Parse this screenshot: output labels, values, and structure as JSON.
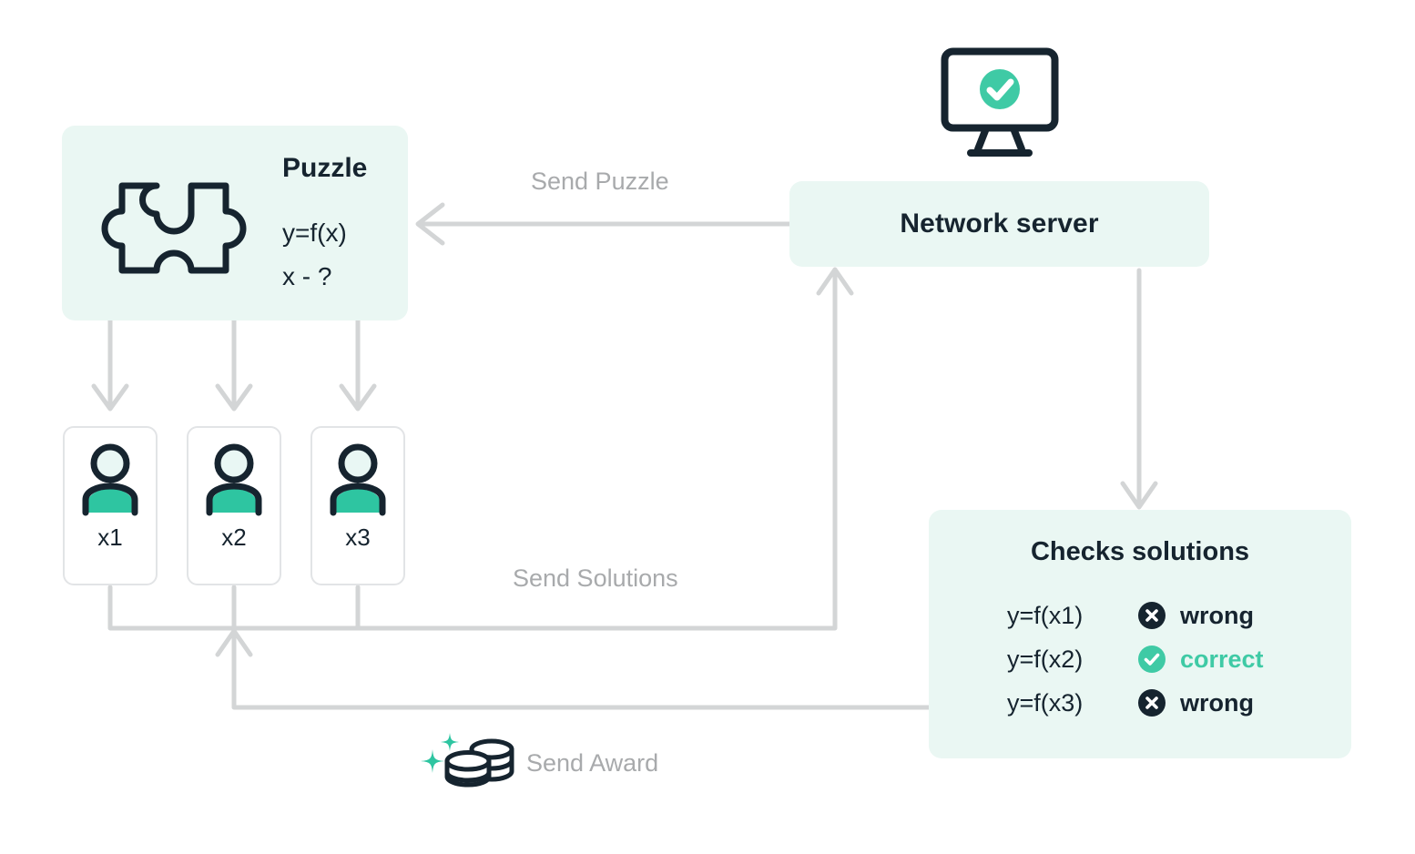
{
  "diagram": {
    "title_hidden": "",
    "colors": {
      "panel_bg": "#eaf7f3",
      "ink": "#16242f",
      "accent_green": "#3fcaa5",
      "arrow_gray": "#d3d5d6",
      "label_gray": "#a8aaac",
      "card_border": "#e2e4e6",
      "page_bg": "#ffffff"
    },
    "puzzle": {
      "icon_name": "puzzle-piece-icon",
      "title": "Puzzle",
      "line1": "y=f(x)",
      "line2": "x - ?"
    },
    "monitor": {
      "icon_name": "monitor-check-icon",
      "status": "check"
    },
    "server": {
      "label": "Network server"
    },
    "users": [
      {
        "icon_name": "person-icon",
        "label": "x1"
      },
      {
        "icon_name": "person-icon",
        "label": "x2"
      },
      {
        "icon_name": "person-icon",
        "label": "x3"
      }
    ],
    "checks": {
      "title": "Checks solutions",
      "rows": [
        {
          "key": "y=f(x1)",
          "icon_name": "x-circle-icon",
          "status": "wrong"
        },
        {
          "key": "y=f(x2)",
          "icon_name": "check-circle-icon",
          "status": "correct"
        },
        {
          "key": "y=f(x3)",
          "icon_name": "x-circle-icon",
          "status": "wrong"
        }
      ]
    },
    "arrows": {
      "send_puzzle": "Send Puzzle",
      "send_solutions": "Send Solutions",
      "send_award": "Send Award",
      "award_icon_name": "coins-sparkle-icon"
    }
  }
}
